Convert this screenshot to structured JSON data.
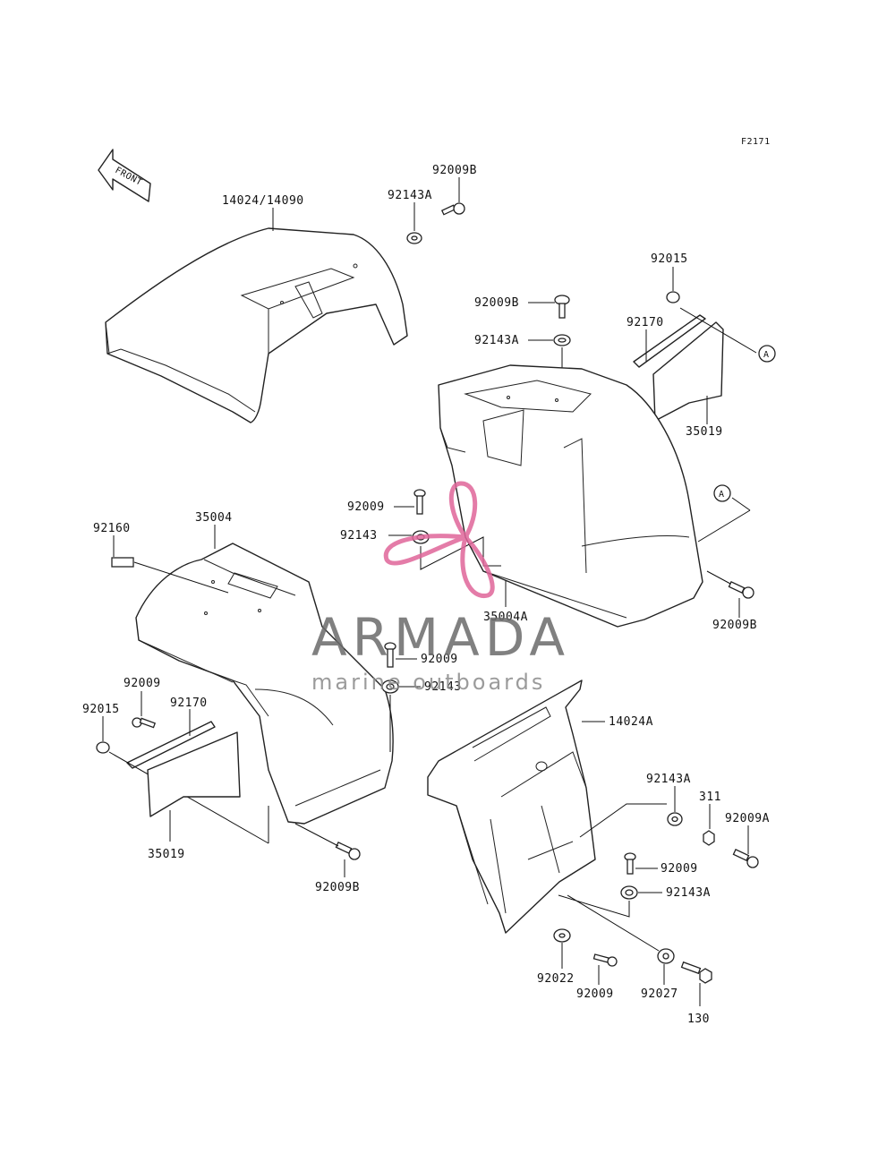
{
  "figure_id": "F2171",
  "front_label": "FRONT",
  "ref_marker": "A",
  "labels": {
    "p14024_14090": "14024/14090",
    "p92143A_top": "92143A",
    "p92009B_top": "92009B",
    "p92015_right": "92015",
    "p92009B_mid": "92009B",
    "p92170_right": "92170",
    "p92143A_mid": "92143A",
    "p35019_right": "35019",
    "p92009_mid": "92009",
    "p92143_mid": "92143",
    "p92160": "92160",
    "p35004": "35004",
    "p35004A": "35004A",
    "p92009B_right": "92009B",
    "p92009_center": "92009",
    "p92143_center": "92143",
    "p14024A": "14024A",
    "p92009_left": "92009",
    "p92170_left": "92170",
    "p92015_left": "92015",
    "p35019_left": "35019",
    "p92009B_bottom": "92009B",
    "p92143A_r1": "92143A",
    "p311": "311",
    "p92009A": "92009A",
    "p92009_r2": "92009",
    "p92143A_r2": "92143A",
    "p92022": "92022",
    "p92009_bottom": "92009",
    "p92027": "92027",
    "p130": "130"
  },
  "watermark": {
    "brand": "ARMADA",
    "tagline": "marine outboards",
    "colors": {
      "logo": "#e0669a",
      "text": "#6b6b6b"
    }
  }
}
